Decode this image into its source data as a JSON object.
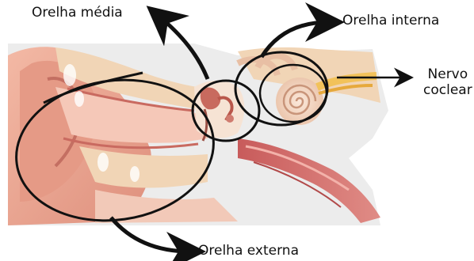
{
  "labels": {
    "orelha_media": "Orelha média",
    "orelha_interna": "Orelha interna",
    "nervo_line1": "Nervo",
    "nervo_line2": "coclear",
    "orelha_externa": "Orelha externa"
  },
  "colors": {
    "skin": "#e9a38f",
    "skin_dark": "#c96a60",
    "canal": "#f2c2b4",
    "bone": "#f0d5b8",
    "bone_dark": "#d9b48c",
    "cochlea": "#f4d8c4",
    "nerve": "#f2c25a",
    "muscle": "#d46a6a",
    "tissue_bg": "#eeeeee",
    "ink": "#111111"
  }
}
